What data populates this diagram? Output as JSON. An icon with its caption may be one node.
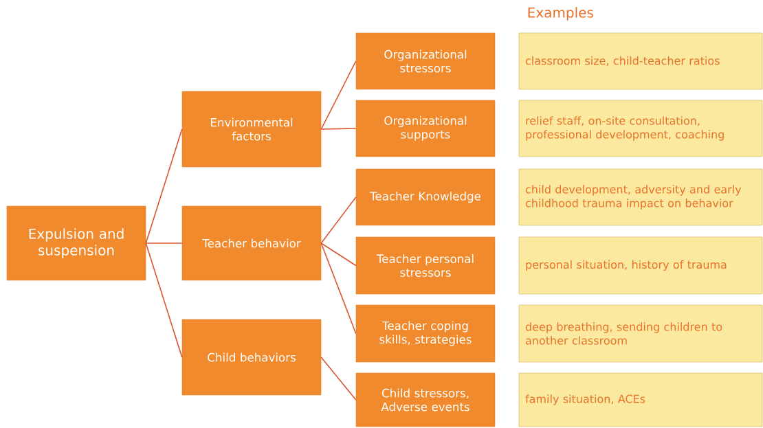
{
  "diagram": {
    "nodes": [
      {
        "text": [
          "Expulsion and suspension"
        ]
      },
      {
        "text": [
          "Environmental factors"
        ]
      },
      {
        "text": [
          "Teacher behavior"
        ]
      },
      {
        "text": [
          "Child behaviors"
        ]
      },
      {
        "text": [
          "Organizational stressors"
        ]
      },
      {
        "text": [
          "Organizational supports"
        ]
      },
      {
        "text": [
          "Teacher Knowledge"
        ]
      },
      {
        "text": [
          "Teacher personal stressors"
        ]
      },
      {
        "text": [
          "Teacher coping skills, strategies"
        ]
      },
      {
        "text": [
          "Child stressors, Adverse events"
        ]
      },
      {
        "text": [
          "classroom size, child-teacher ratios"
        ]
      },
      {
        "text": [
          "relief staff, on-site consultation, professional development, coaching"
        ]
      },
      {
        "text": [
          "child development, adversity and early childhood trauma impact on behavior"
        ]
      },
      {
        "text": [
          "personal situation, history of trauma"
        ]
      },
      {
        "text": [
          "deep breathing, sending children to another classroom"
        ]
      },
      {
        "text": [
          "family situation, ACEs"
        ]
      }
    ],
    "edges": [
      {
        "from": 0,
        "to": 1,
        "arrow": "none"
      },
      {
        "from": 0,
        "to": 2,
        "arrow": "none"
      },
      {
        "from": 0,
        "to": 3,
        "arrow": "none"
      },
      {
        "from": 1,
        "to": 4,
        "arrow": "none"
      },
      {
        "from": 1,
        "to": 5,
        "arrow": "none"
      },
      {
        "from": 2,
        "to": 6,
        "arrow": "none"
      },
      {
        "from": 2,
        "to": 7,
        "arrow": "none"
      },
      {
        "from": 2,
        "to": 8,
        "arrow": "none"
      },
      {
        "from": 3,
        "to": 9,
        "arrow": "none"
      }
    ],
    "labels": [
      "Examples"
    ]
  }
}
